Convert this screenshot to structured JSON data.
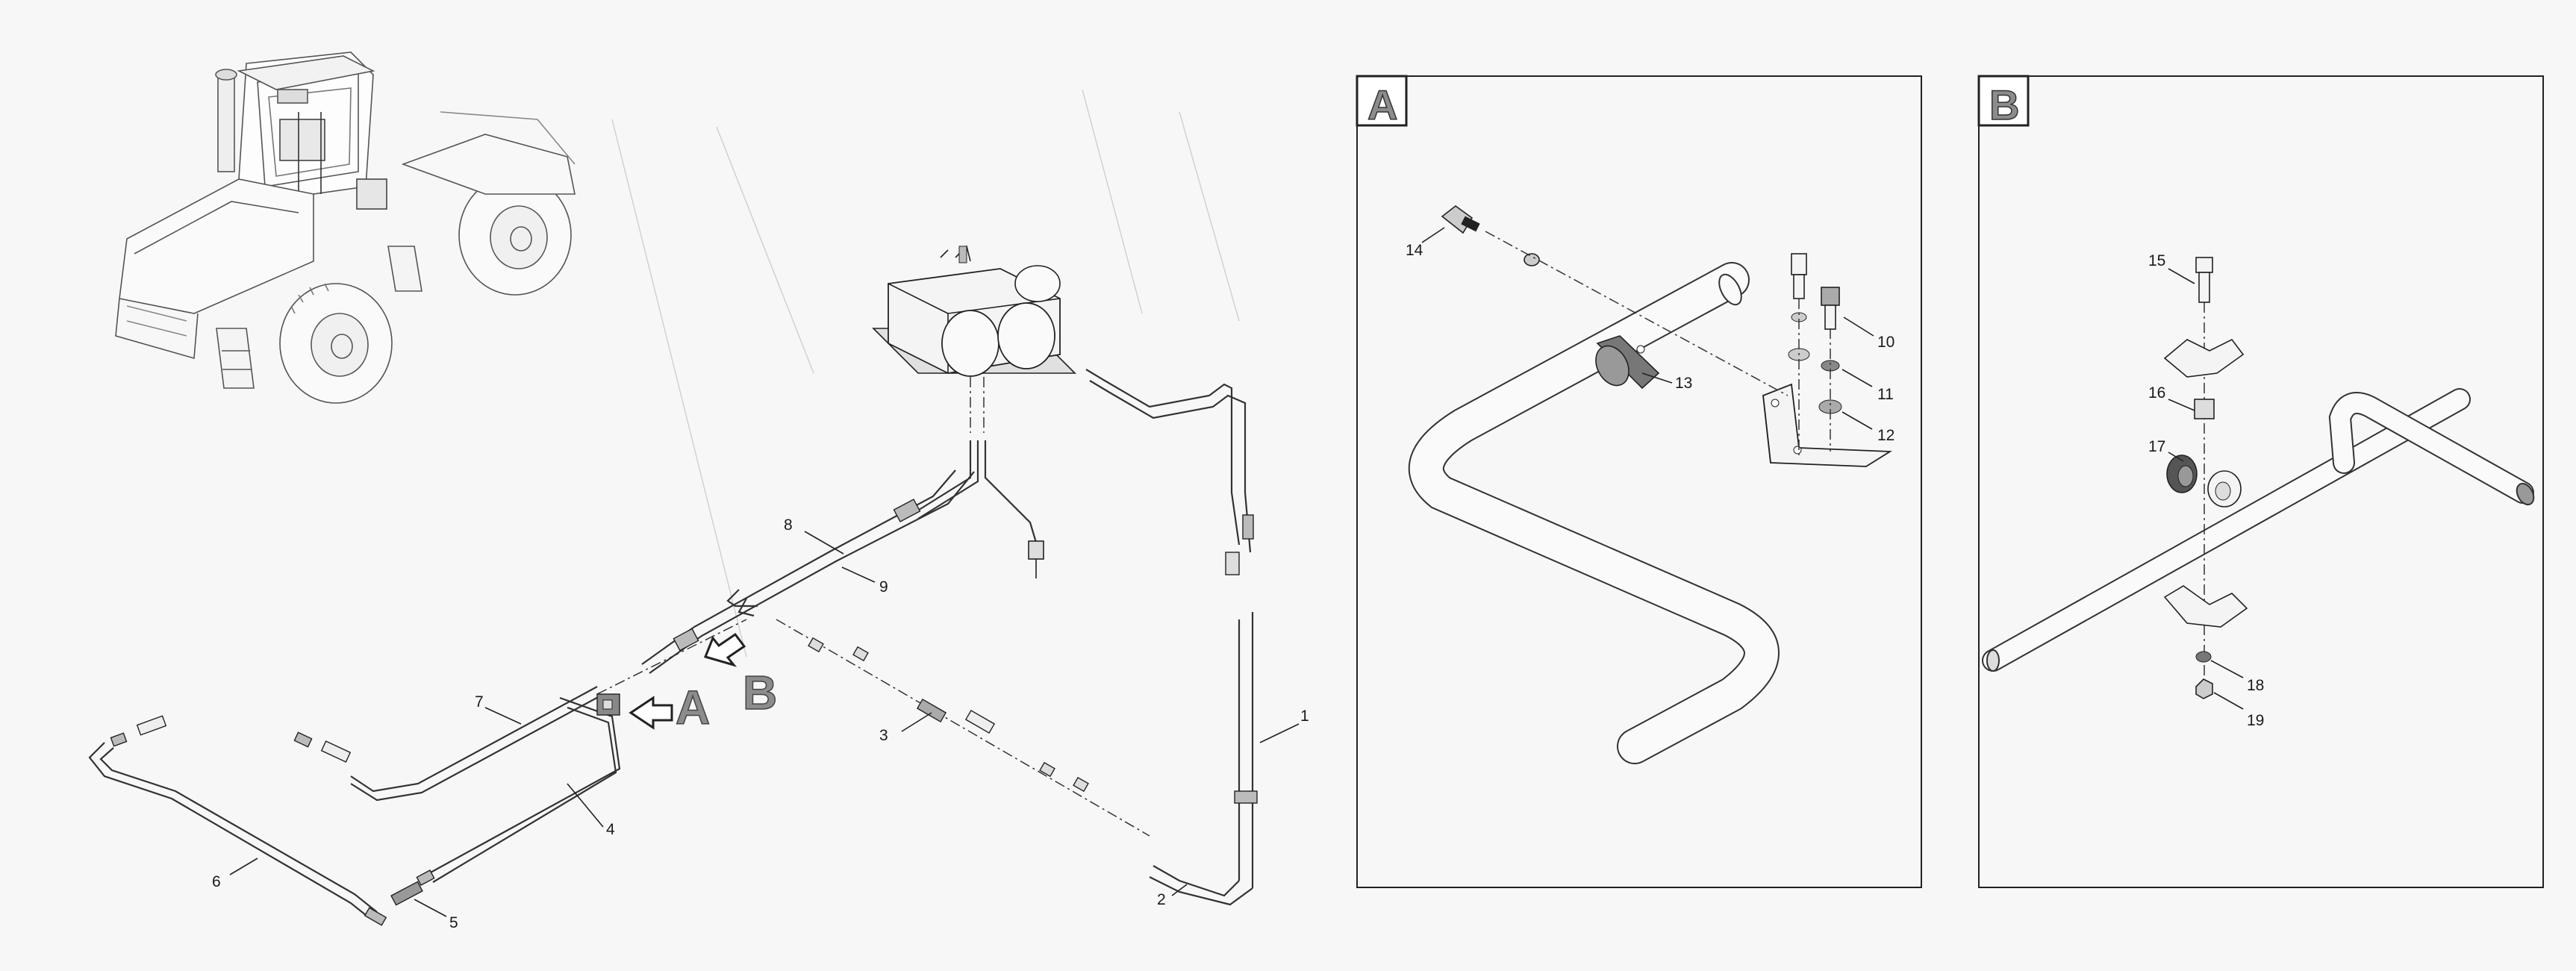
{
  "main_view": {
    "callouts": [
      {
        "key": "1",
        "label": "1"
      },
      {
        "key": "2",
        "label": "2"
      },
      {
        "key": "3",
        "label": "3"
      },
      {
        "key": "4",
        "label": "4"
      },
      {
        "key": "5",
        "label": "5"
      },
      {
        "key": "6",
        "label": "6"
      },
      {
        "key": "7",
        "label": "7"
      },
      {
        "key": "8",
        "label": "8"
      },
      {
        "key": "9",
        "label": "9"
      }
    ],
    "view_refs": {
      "a": "A",
      "b": "B"
    }
  },
  "detail_a": {
    "badge": "A",
    "callouts": [
      {
        "key": "10",
        "label": "10"
      },
      {
        "key": "11",
        "label": "11"
      },
      {
        "key": "12",
        "label": "12"
      },
      {
        "key": "13",
        "label": "13"
      },
      {
        "key": "14",
        "label": "14"
      }
    ]
  },
  "detail_b": {
    "badge": "B",
    "callouts": [
      {
        "key": "15",
        "label": "15"
      },
      {
        "key": "16",
        "label": "16"
      },
      {
        "key": "17",
        "label": "17"
      },
      {
        "key": "18",
        "label": "18"
      },
      {
        "key": "19",
        "label": "19"
      }
    ]
  }
}
